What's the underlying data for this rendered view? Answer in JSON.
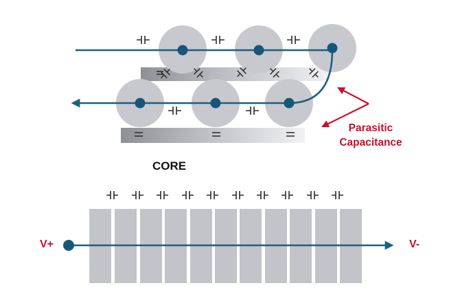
{
  "labels": {
    "core": "CORE",
    "parasitic_line1": "Parasitic",
    "parasitic_line2": "Capacitance",
    "v_plus": "V+",
    "v_minus": "V-"
  },
  "colors": {
    "wire": "#1b5f82",
    "node": "#17567a",
    "turn_disc": "#c8c9ce",
    "core_bar": "#c5c6cb",
    "core_segment": "#c3c4c9",
    "capacitor_symbol": "#2a2a2a",
    "accent_red": "#c8102e",
    "text_dark": "#111111"
  },
  "upper_diagram": {
    "top_row_turns": 3,
    "bottom_row_turns": 3,
    "core_bars": 2,
    "turn_to_turn_capacitors": 5,
    "turn_to_core_capacitors": 9
  },
  "lower_diagram": {
    "core_segments": 11,
    "capacitors": 10
  }
}
